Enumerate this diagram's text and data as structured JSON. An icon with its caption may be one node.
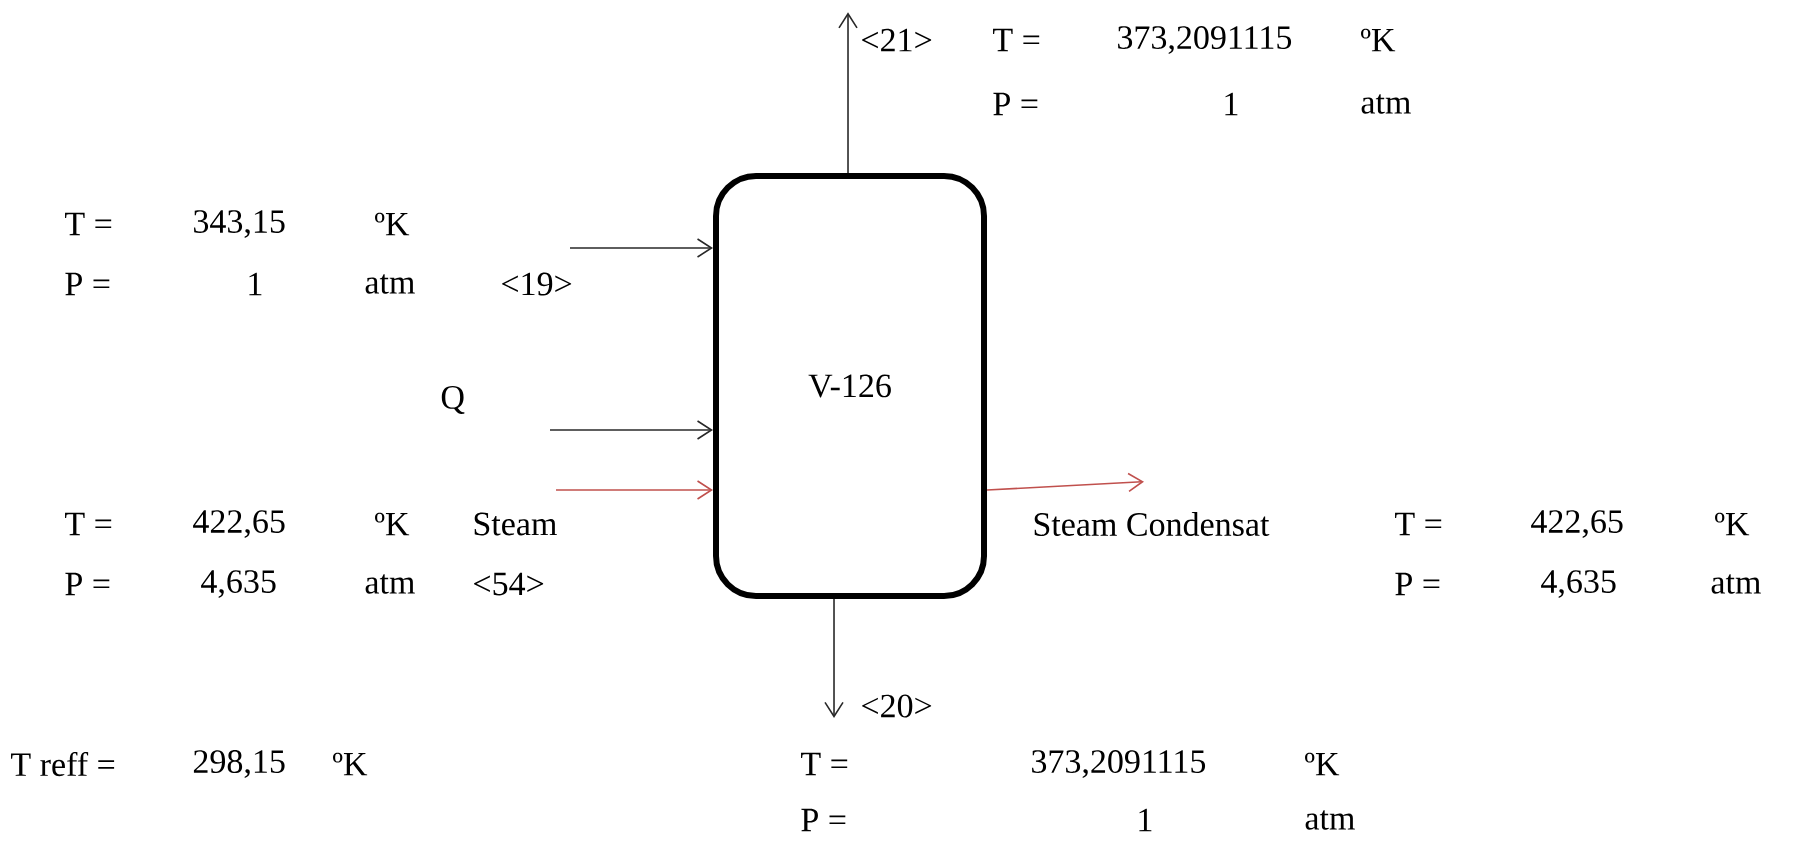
{
  "diagram": {
    "nodes": [
      {
        "text": [
          "V-126"
        ]
      },
      {
        "text": [
          "<21>"
        ]
      },
      {
        "text": [
          "<20>"
        ]
      },
      {
        "text": [
          "Steam Condensat"
        ]
      }
    ],
    "edges": [
      {
        "from": null,
        "to": 0,
        "arrow": "to"
      },
      {
        "from": null,
        "to": 0,
        "arrow": "to"
      },
      {
        "from": null,
        "to": 0,
        "arrow": "to",
        "color": "#c0504d"
      },
      {
        "from": 0,
        "to": 1,
        "arrow": "to"
      },
      {
        "from": 0,
        "to": 2,
        "arrow": "to"
      },
      {
        "from": 0,
        "to": 3,
        "arrow": "to",
        "color": "#c0504d"
      }
    ],
    "labels": [
      "T =",
      "373,2091115",
      "ºK",
      "P =",
      "1",
      "atm",
      "T =",
      "343,15",
      "ºK",
      "P =",
      "1",
      "atm",
      "<19>",
      "Q",
      "T =",
      "422,65",
      "ºK",
      "Steam",
      "T =",
      "422,65",
      "ºK",
      "P =",
      "4,635",
      "atm",
      "<54>",
      "P =",
      "4,635",
      "atm",
      "T reff =",
      "298,15",
      "ºK",
      "T =",
      "373,2091115",
      "ºK",
      "P =",
      "1",
      "atm"
    ]
  }
}
